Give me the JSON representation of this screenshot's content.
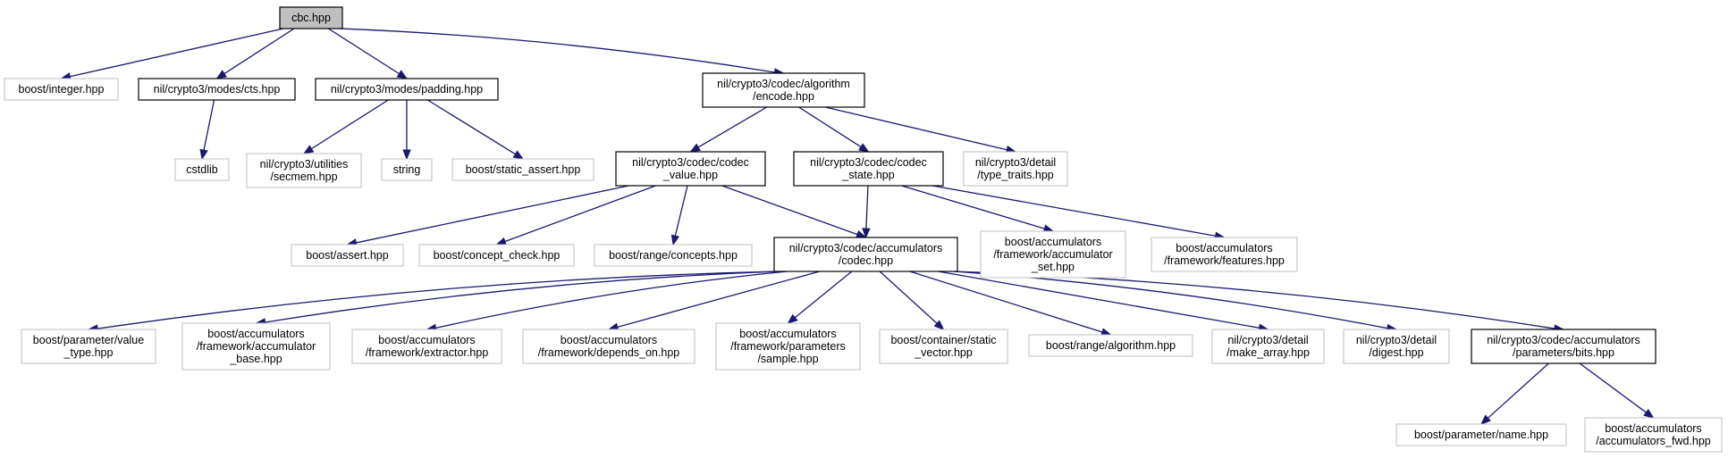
{
  "diagram": {
    "nodes": [
      {
        "id": "cbc",
        "kind": "root",
        "lines": [
          "cbc.hpp"
        ]
      },
      {
        "id": "integer",
        "kind": "ext",
        "lines": [
          "boost/integer.hpp"
        ]
      },
      {
        "id": "cts",
        "kind": "doc",
        "lines": [
          "nil/crypto3/modes/cts.hpp"
        ]
      },
      {
        "id": "padding",
        "kind": "doc",
        "lines": [
          "nil/crypto3/modes/padding.hpp"
        ]
      },
      {
        "id": "encode",
        "kind": "doc",
        "lines": [
          "nil/crypto3/codec/algorithm",
          "/encode.hpp"
        ]
      },
      {
        "id": "cstdlib",
        "kind": "ext",
        "lines": [
          "cstdlib"
        ]
      },
      {
        "id": "secmem",
        "kind": "ext",
        "lines": [
          "nil/crypto3/utilities",
          "/secmem.hpp"
        ]
      },
      {
        "id": "string",
        "kind": "ext",
        "lines": [
          "string"
        ]
      },
      {
        "id": "static_assert",
        "kind": "ext",
        "lines": [
          "boost/static_assert.hpp"
        ]
      },
      {
        "id": "codec_value",
        "kind": "doc",
        "lines": [
          "nil/crypto3/codec/codec",
          "_value.hpp"
        ]
      },
      {
        "id": "codec_state",
        "kind": "doc",
        "lines": [
          "nil/crypto3/codec/codec",
          "_state.hpp"
        ]
      },
      {
        "id": "type_traits",
        "kind": "ext",
        "lines": [
          "nil/crypto3/detail",
          "/type_traits.hpp"
        ]
      },
      {
        "id": "assert",
        "kind": "ext",
        "lines": [
          "boost/assert.hpp"
        ]
      },
      {
        "id": "concept_check",
        "kind": "ext",
        "lines": [
          "boost/concept_check.hpp"
        ]
      },
      {
        "id": "range_concepts",
        "kind": "ext",
        "lines": [
          "boost/range/concepts.hpp"
        ]
      },
      {
        "id": "acc_codec",
        "kind": "doc",
        "lines": [
          "nil/crypto3/codec/accumulators",
          "/codec.hpp"
        ]
      },
      {
        "id": "acc_set",
        "kind": "ext",
        "lines": [
          "boost/accumulators",
          "/framework/accumulator",
          "_set.hpp"
        ]
      },
      {
        "id": "features",
        "kind": "ext",
        "lines": [
          "boost/accumulators",
          "/framework/features.hpp"
        ]
      },
      {
        "id": "value_type",
        "kind": "ext",
        "lines": [
          "boost/parameter/value",
          "_type.hpp"
        ]
      },
      {
        "id": "acc_base",
        "kind": "ext",
        "lines": [
          "boost/accumulators",
          "/framework/accumulator",
          "_base.hpp"
        ]
      },
      {
        "id": "extractor",
        "kind": "ext",
        "lines": [
          "boost/accumulators",
          "/framework/extractor.hpp"
        ]
      },
      {
        "id": "depends_on",
        "kind": "ext",
        "lines": [
          "boost/accumulators",
          "/framework/depends_on.hpp"
        ]
      },
      {
        "id": "sample",
        "kind": "ext",
        "lines": [
          "boost/accumulators",
          "/framework/parameters",
          "/sample.hpp"
        ]
      },
      {
        "id": "static_vector",
        "kind": "ext",
        "lines": [
          "boost/container/static",
          "_vector.hpp"
        ]
      },
      {
        "id": "range_algorithm",
        "kind": "ext",
        "lines": [
          "boost/range/algorithm.hpp"
        ]
      },
      {
        "id": "make_array",
        "kind": "ext",
        "lines": [
          "nil/crypto3/detail",
          "/make_array.hpp"
        ]
      },
      {
        "id": "digest",
        "kind": "ext",
        "lines": [
          "nil/crypto3/detail",
          "/digest.hpp"
        ]
      },
      {
        "id": "bits",
        "kind": "doc",
        "lines": [
          "nil/crypto3/codec/accumulators",
          "/parameters/bits.hpp"
        ]
      },
      {
        "id": "param_name",
        "kind": "ext",
        "lines": [
          "boost/parameter/name.hpp"
        ]
      },
      {
        "id": "acc_fwd",
        "kind": "ext",
        "lines": [
          "boost/accumulators",
          "/accumulators_fwd.hpp"
        ]
      }
    ],
    "edges": [
      {
        "from": "cbc",
        "to": "integer"
      },
      {
        "from": "cbc",
        "to": "cts"
      },
      {
        "from": "cbc",
        "to": "padding"
      },
      {
        "from": "cbc",
        "to": "encode"
      },
      {
        "from": "cts",
        "to": "cstdlib"
      },
      {
        "from": "padding",
        "to": "secmem"
      },
      {
        "from": "padding",
        "to": "string"
      },
      {
        "from": "padding",
        "to": "static_assert"
      },
      {
        "from": "encode",
        "to": "codec_value"
      },
      {
        "from": "encode",
        "to": "codec_state"
      },
      {
        "from": "encode",
        "to": "type_traits"
      },
      {
        "from": "codec_value",
        "to": "assert"
      },
      {
        "from": "codec_value",
        "to": "concept_check"
      },
      {
        "from": "codec_value",
        "to": "range_concepts"
      },
      {
        "from": "codec_value",
        "to": "acc_codec"
      },
      {
        "from": "codec_state",
        "to": "acc_codec"
      },
      {
        "from": "codec_state",
        "to": "acc_set"
      },
      {
        "from": "codec_state",
        "to": "features"
      },
      {
        "from": "acc_codec",
        "to": "value_type"
      },
      {
        "from": "acc_codec",
        "to": "acc_base"
      },
      {
        "from": "acc_codec",
        "to": "extractor"
      },
      {
        "from": "acc_codec",
        "to": "depends_on"
      },
      {
        "from": "acc_codec",
        "to": "sample"
      },
      {
        "from": "acc_codec",
        "to": "static_vector"
      },
      {
        "from": "acc_codec",
        "to": "range_algorithm"
      },
      {
        "from": "acc_codec",
        "to": "make_array"
      },
      {
        "from": "acc_codec",
        "to": "digest"
      },
      {
        "from": "acc_codec",
        "to": "bits"
      },
      {
        "from": "bits",
        "to": "param_name"
      },
      {
        "from": "bits",
        "to": "acc_fwd"
      }
    ]
  },
  "colors": {
    "edge": "#191970",
    "external_border": "#bfbfbf",
    "documented_border": "#000000",
    "root_fill": "#bfbfbf"
  }
}
